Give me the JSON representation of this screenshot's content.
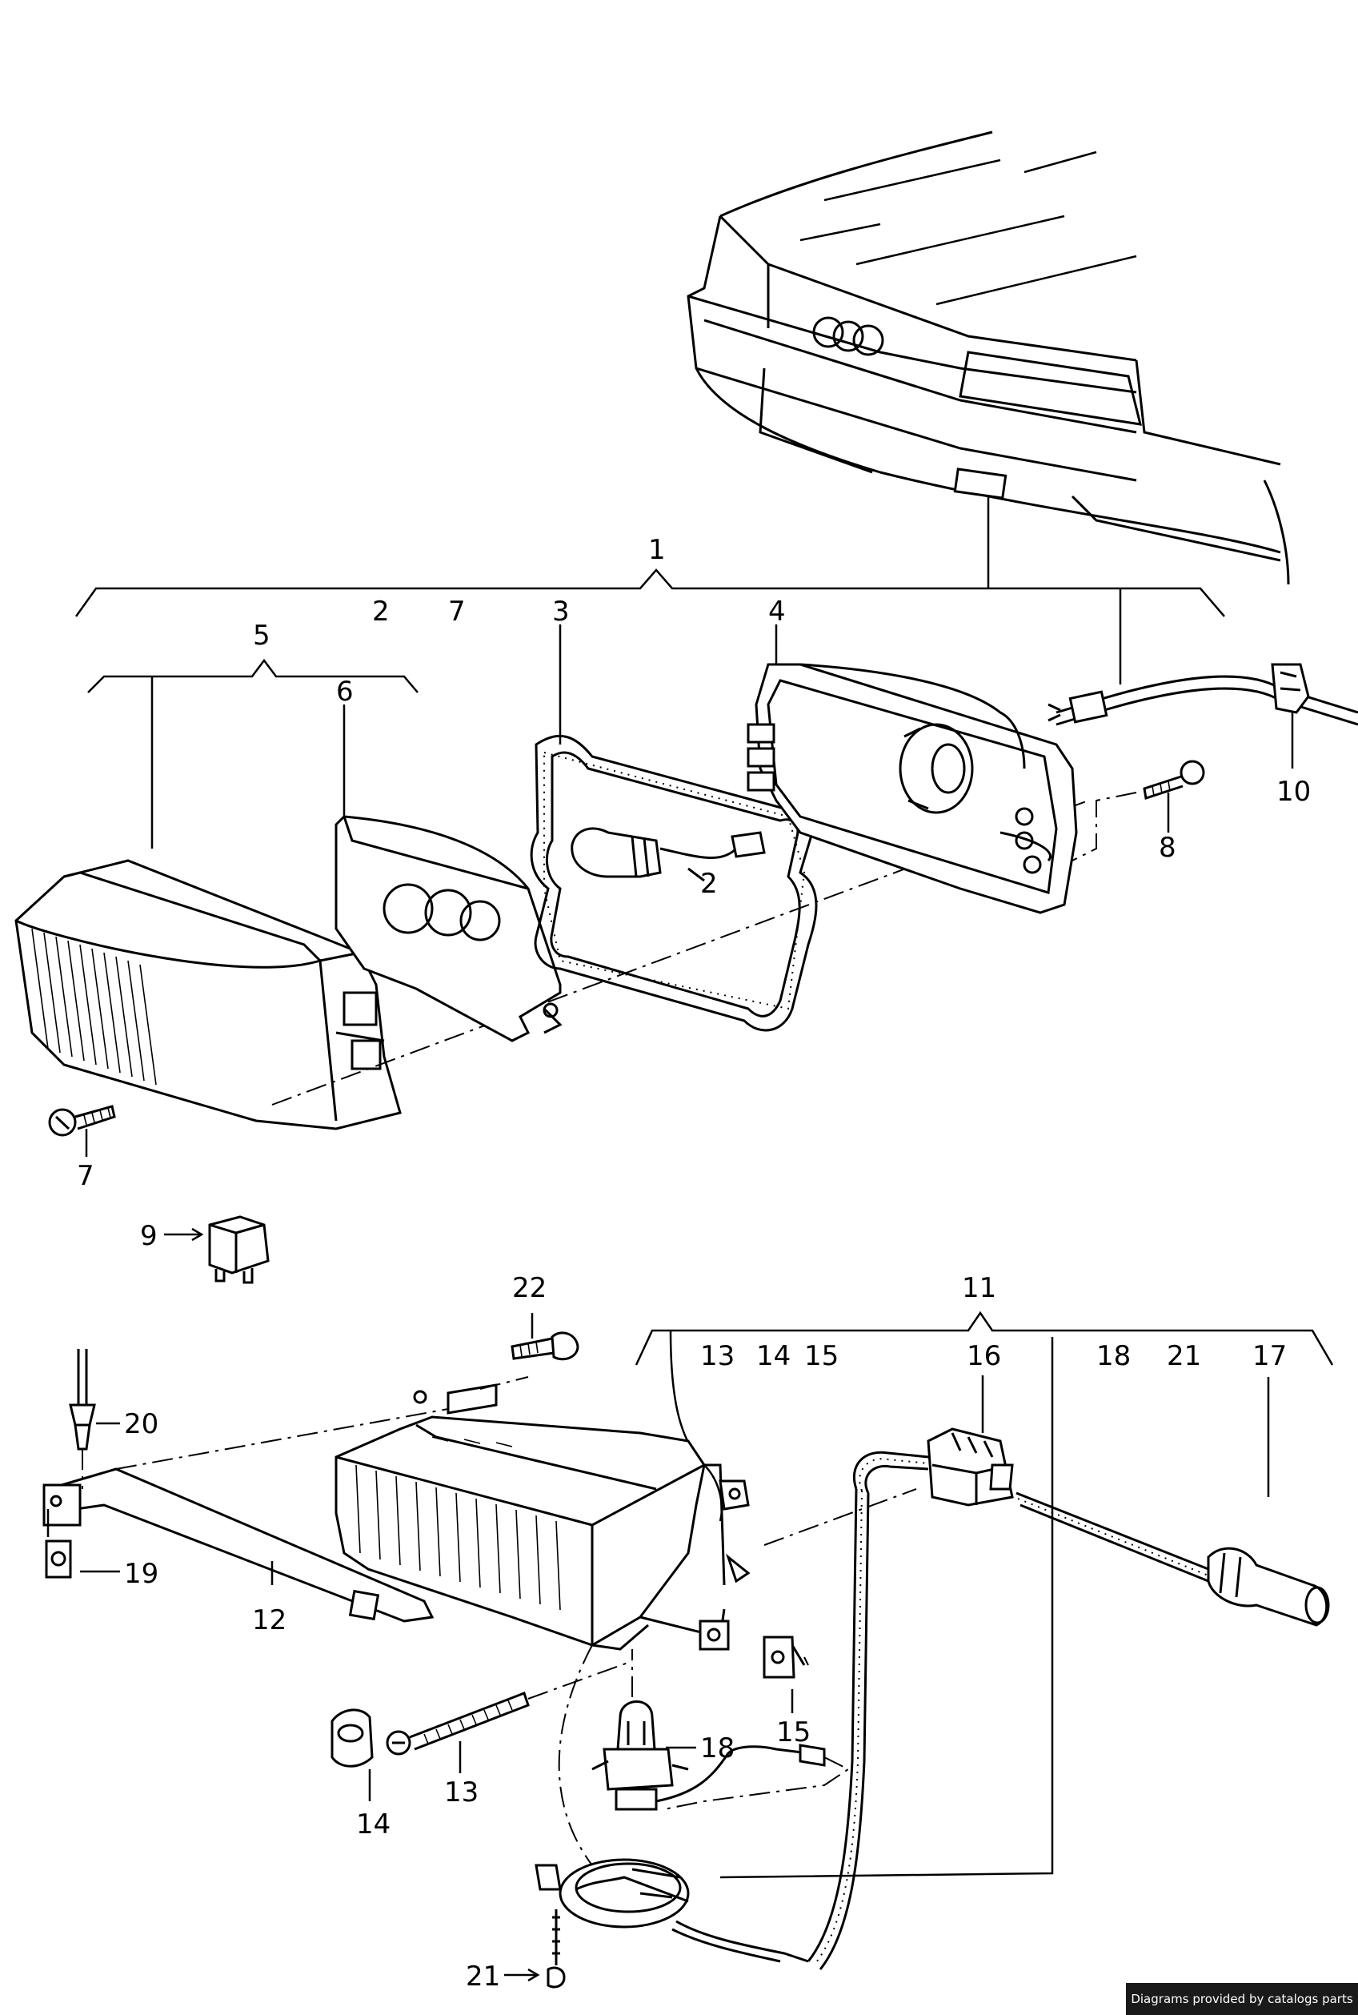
{
  "diagram": {
    "callouts": [
      {
        "id": "c1",
        "text": "1"
      },
      {
        "id": "c2a",
        "text": "2"
      },
      {
        "id": "c7a",
        "text": "7"
      },
      {
        "id": "c3",
        "text": "3"
      },
      {
        "id": "c4",
        "text": "4"
      },
      {
        "id": "c5",
        "text": "5"
      },
      {
        "id": "c6",
        "text": "6"
      },
      {
        "id": "c2b",
        "text": "2"
      },
      {
        "id": "c8",
        "text": "8"
      },
      {
        "id": "c10",
        "text": "10"
      },
      {
        "id": "c7b",
        "text": "7"
      },
      {
        "id": "c9",
        "text": "9"
      },
      {
        "id": "c22",
        "text": "22"
      },
      {
        "id": "c11",
        "text": "11"
      },
      {
        "id": "c13a",
        "text": "13"
      },
      {
        "id": "c14a",
        "text": "14"
      },
      {
        "id": "c15a",
        "text": "15"
      },
      {
        "id": "c16",
        "text": "16"
      },
      {
        "id": "c18a",
        "text": "18"
      },
      {
        "id": "c21a",
        "text": "21"
      },
      {
        "id": "c17",
        "text": "17"
      },
      {
        "id": "c20",
        "text": "20"
      },
      {
        "id": "c19",
        "text": "19"
      },
      {
        "id": "c12",
        "text": "12"
      },
      {
        "id": "c15b",
        "text": "15"
      },
      {
        "id": "c18b",
        "text": "18"
      },
      {
        "id": "c13b",
        "text": "13"
      },
      {
        "id": "c14b",
        "text": "14"
      },
      {
        "id": "c21b",
        "text": "21"
      }
    ]
  },
  "footer": {
    "credit": "Diagrams provided by catalogs parts"
  }
}
